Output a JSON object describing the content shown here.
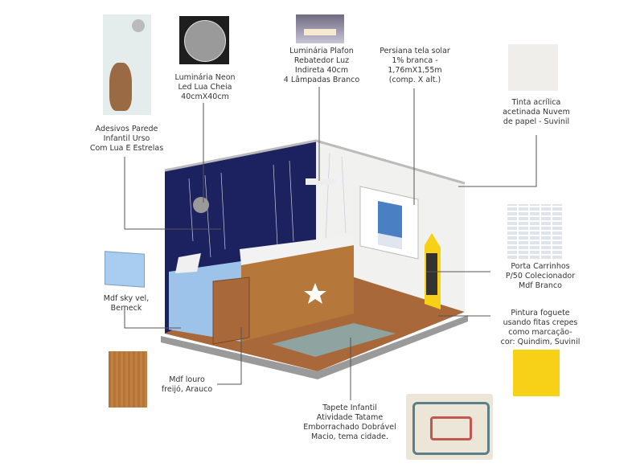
{
  "labels": {
    "adesivos": "Adesivos Parede\nInfantil Urso\nCom Lua E Estrelas",
    "neon": "Luminária Neon\nLed Lua Cheia\n40cmX40cm",
    "plafon": "Luminária Plafon\nRebatedor Luz\nIndireta 40cm\n4 Lâmpadas Branco",
    "persiana": "Persiana tela solar\n1% branca -\n1,76mX1,55m\n(comp. X alt.)",
    "tinta": "Tinta acrílica\nacetinada Nuvem\nde papel - Suvinil",
    "porta_carrinhos": "Porta Carrinhos\nP/50 Colecionador\nMdf Branco",
    "foguete": "Pintura foguete\nusando fitas crepes\ncomo marcação-\ncor: Quindim, Suvinil",
    "mdf_sky": "Mdf sky vel,\nBerneck",
    "mdf_louro": "Mdf louro\nfreijó, Arauco",
    "tapete": "Tapete Infantil\nAtividade Tatame\nEmborrachado Dobrável\nMacio, tema cidade."
  },
  "colors": {
    "navy_wall": "#1c2160",
    "white_wall": "#f1f1ef",
    "sky_blue": "#9ec3ea",
    "wood": "#b5773a",
    "yellow": "#f7d117",
    "rug": "#8fa3a0"
  }
}
